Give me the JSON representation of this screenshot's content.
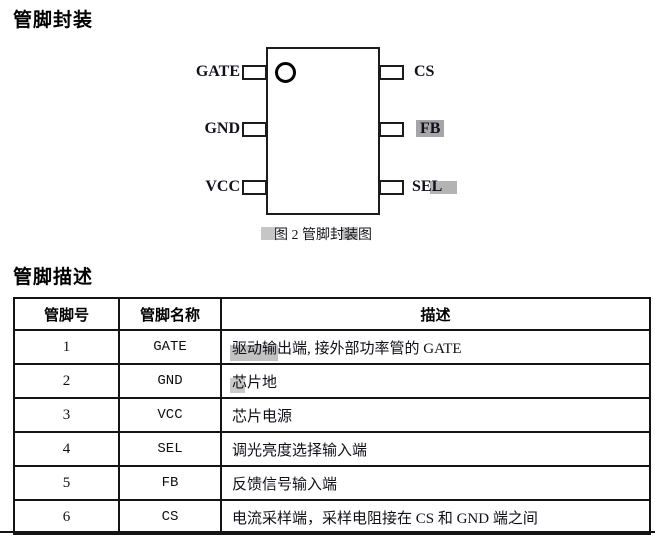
{
  "page": {
    "section1_title": "管脚封装",
    "section2_title": "管脚描述",
    "figure_caption": "图 2 管脚封装图"
  },
  "colors": {
    "line": "#1c1c1c",
    "paper": "#ffffff"
  },
  "diagram": {
    "left_pins": [
      "GATE",
      "GND",
      "VCC"
    ],
    "right_pins": [
      "CS",
      "FB",
      "SEL"
    ]
  },
  "table": {
    "headers": [
      "管脚号",
      "管脚名称",
      "描述"
    ],
    "rows": [
      {
        "no": "1",
        "name": "GATE",
        "desc": "驱动输出端, 接外部功率管的 GATE"
      },
      {
        "no": "2",
        "name": "GND",
        "desc": "芯片地"
      },
      {
        "no": "3",
        "name": "VCC",
        "desc": "芯片电源"
      },
      {
        "no": "4",
        "name": "SEL",
        "desc": "调光亮度选择输入端"
      },
      {
        "no": "5",
        "name": "FB",
        "desc": "反馈信号输入端"
      },
      {
        "no": "6",
        "name": "CS",
        "desc": "电流采样端，采样电阻接在 CS 和 GND 端之间"
      }
    ]
  }
}
